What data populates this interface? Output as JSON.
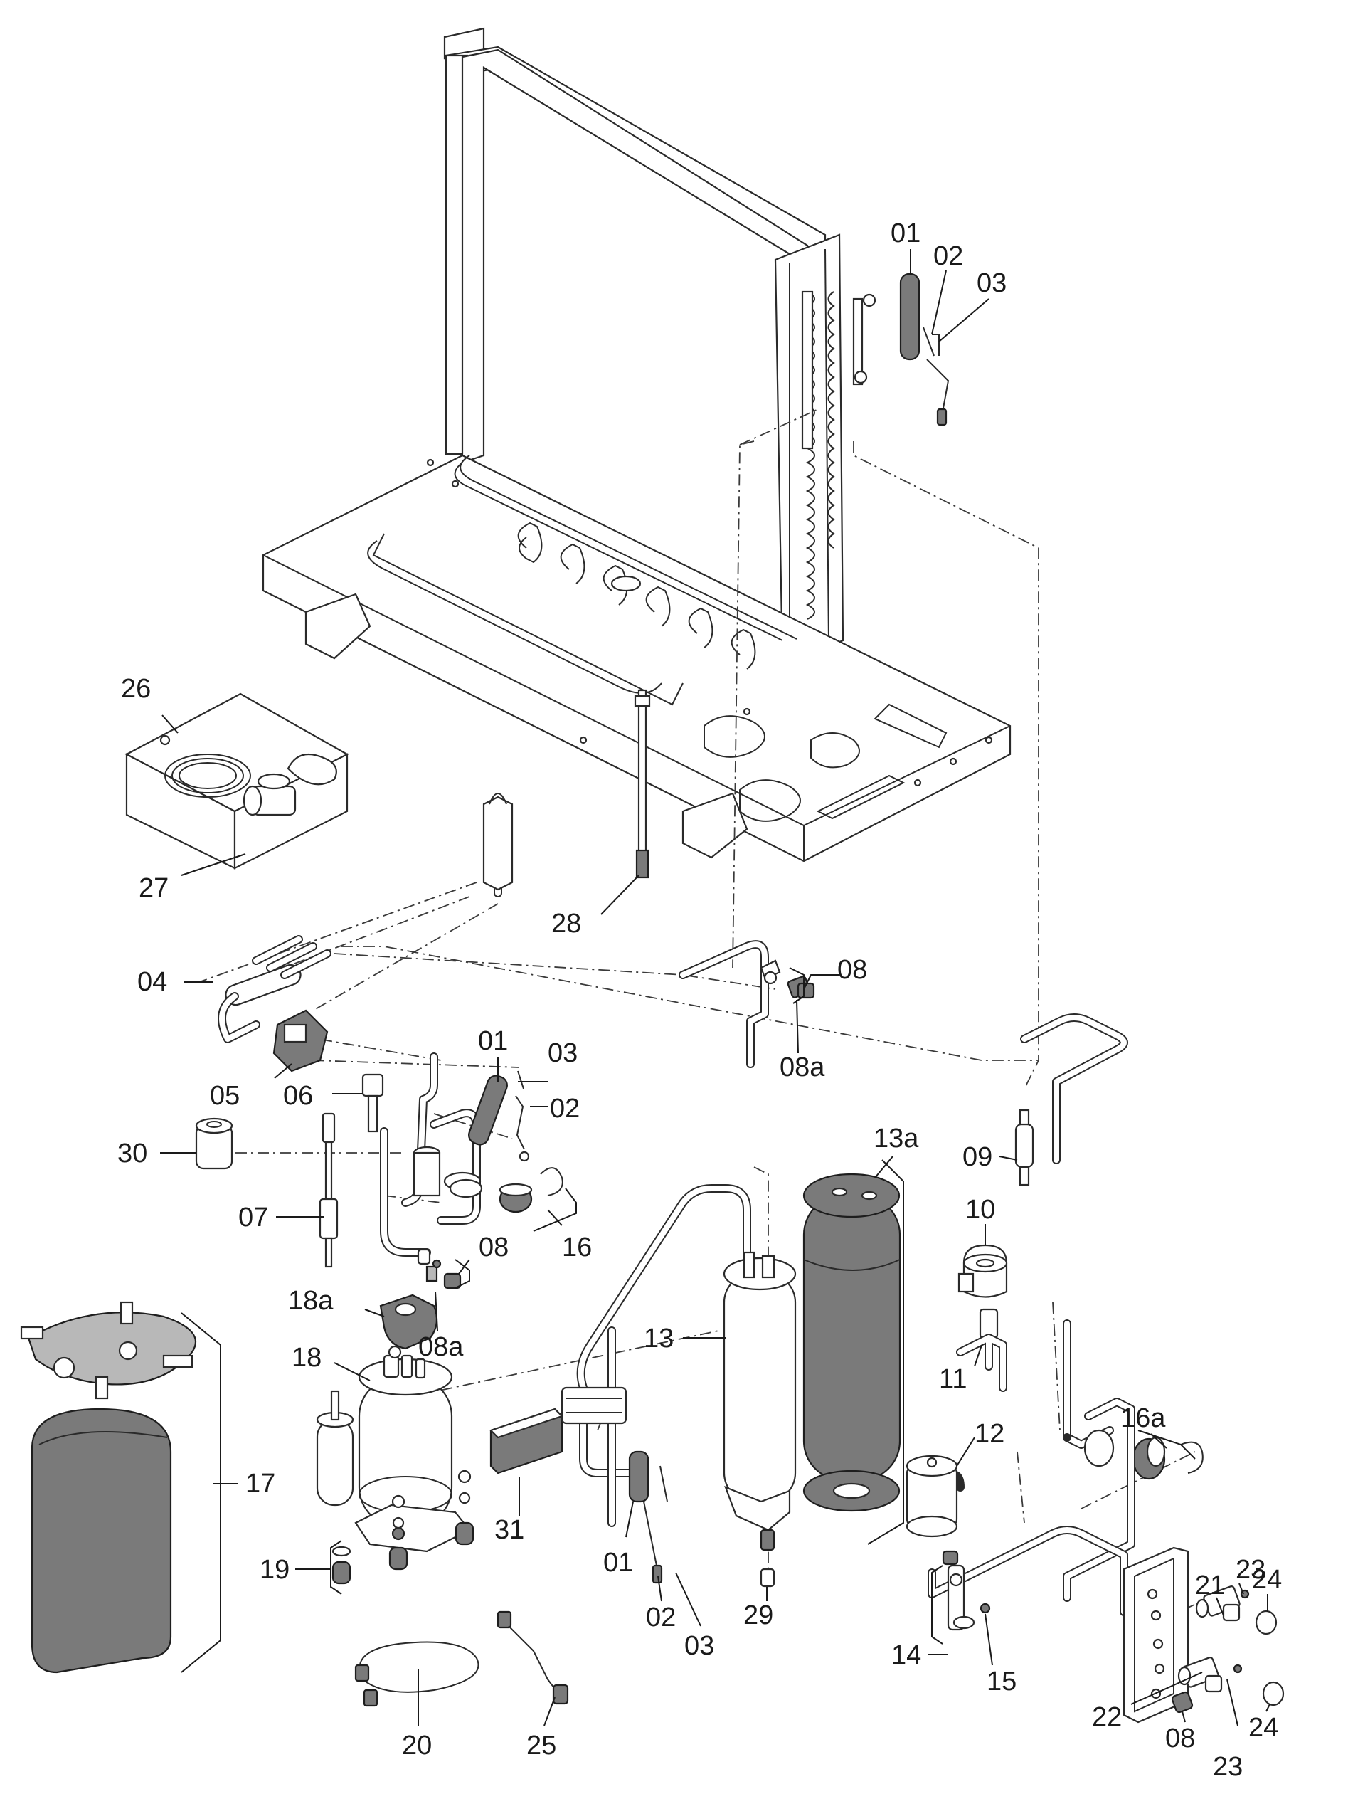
{
  "callouts": {
    "c01_top": "01",
    "c02_top": "02",
    "c03_top": "03",
    "c26": "26",
    "c27": "27",
    "c28": "28",
    "c04": "04",
    "c08_upper": "08",
    "c08a_upper": "08a",
    "c01_mid": "01",
    "c03_mid": "03",
    "c02_mid": "02",
    "c05": "05",
    "c06": "06",
    "c30": "30",
    "c07": "07",
    "c16": "16",
    "c08_mid": "08",
    "c18a": "18a",
    "c08a_mid": "08a",
    "c13a": "13a",
    "c09": "09",
    "c10": "10",
    "c11": "11",
    "c13": "13",
    "c18": "18",
    "c17": "17",
    "c19": "19",
    "c31": "31",
    "c01_low": "01",
    "c02_low": "02",
    "c03_low": "03",
    "c29": "29",
    "c16a": "16a",
    "c12": "12",
    "c14": "14",
    "c15": "15",
    "c23_top": "23",
    "c21": "21",
    "c24_top": "24",
    "c22": "22",
    "c08_low": "08",
    "c24_low": "24",
    "c23_low": "23",
    "c20": "20",
    "c25": "25"
  }
}
